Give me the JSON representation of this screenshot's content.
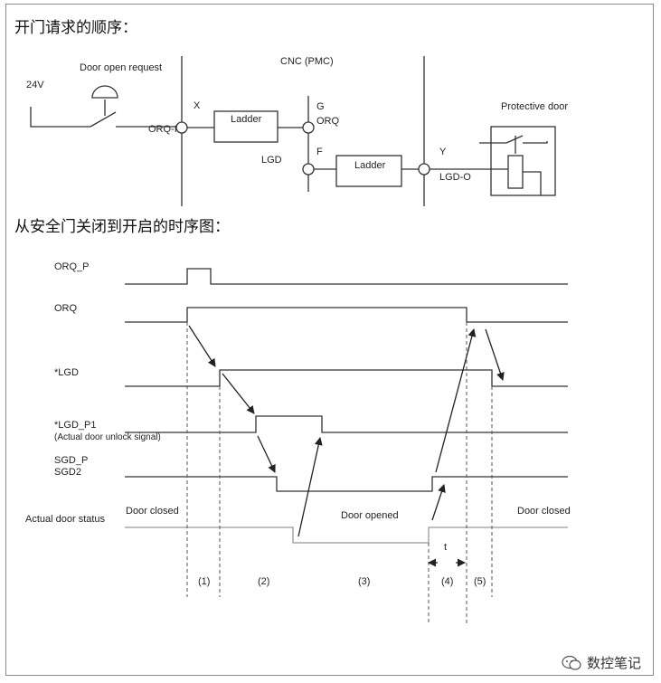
{
  "headings": {
    "circuit": "开门请求的顺序：",
    "timing": "从安全门关闭到开启的时序图："
  },
  "circuit": {
    "voltage": "24V",
    "door_open_request": "Door open request",
    "cnc_pmc": "CNC (PMC)",
    "x_label": "X",
    "orq_i": "ORQ-I",
    "ladder_top": "Ladder",
    "g_label": "G",
    "orq_label": "ORQ",
    "f_label": "F",
    "lgd_label": "LGD",
    "ladder_bottom": "Ladder",
    "y_label": "Y",
    "lgd_o": "LGD-O",
    "protective_door": "Protective door"
  },
  "timing": {
    "signals": {
      "orq_p": "ORQ_P",
      "orq": "ORQ",
      "lgd": "*LGD",
      "lgd_p1": "*LGD_P1",
      "lgd_p1_note": "(Actual door unlock signal)",
      "sgd_p": "SGD_P",
      "sgd2": "SGD2",
      "actual_door_status": "Actual door status"
    },
    "status": {
      "closed_left": "Door closed",
      "opened": "Door opened",
      "closed_right": "Door closed"
    },
    "phases": [
      "(1)",
      "(2)",
      "(3)",
      "(4)",
      "(5)"
    ],
    "t_label": "t"
  },
  "watermark": "数控笔记"
}
